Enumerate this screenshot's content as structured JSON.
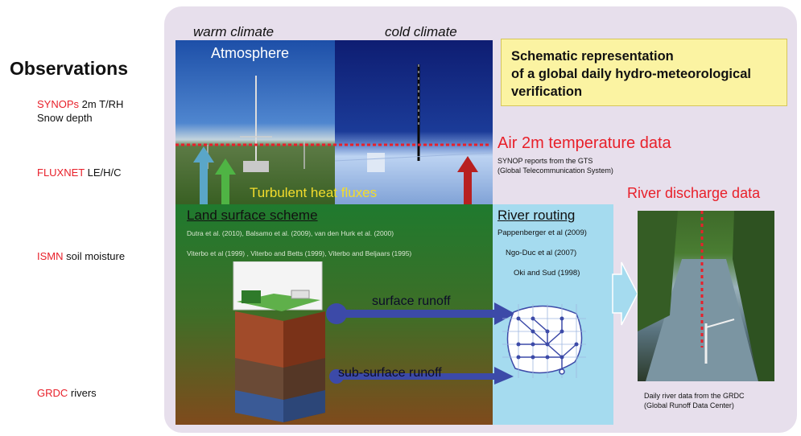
{
  "observations": {
    "title": "Observations",
    "items": [
      {
        "source": "SYNOPs",
        "detail": "2m T/RH"
      },
      {
        "source": "",
        "detail": "Snow depth"
      },
      {
        "source": "FLUXNET",
        "detail": "LE/H/C"
      },
      {
        "source": "ISMN",
        "detail": "soil moisture"
      },
      {
        "source": "GRDC",
        "detail": "rivers"
      }
    ]
  },
  "climate_labels": {
    "warm": "warm climate",
    "cold": "cold climate"
  },
  "atmosphere_label": "Atmosphere",
  "schematic": {
    "lines": [
      "Schematic representation",
      "of a global daily hydro-meteorological",
      "verification"
    ]
  },
  "air_temperature": {
    "title": "Air 2m temperature data",
    "note_lines": [
      "SYNOP reports from the GTS",
      "(Global Telecommunication System)"
    ]
  },
  "turbulent_fluxes": "Turbulent heat fluxes",
  "river_discharge": "River discharge data",
  "land_surface": {
    "title": "Land surface scheme",
    "refs": [
      "Dutra et al. (2010), Balsamo et al. (2009), van den Hurk et al. (2000)",
      "Viterbo et al (1999) , Viterbo and Betts (1999), Viterbo and Beljaars (1995)"
    ]
  },
  "river_routing": {
    "title": "River routing",
    "refs": [
      "Pappenberger et al (2009)",
      "Ngo-Duc et al (2007)",
      "Oki and Sud (1998)"
    ]
  },
  "runoff": {
    "surface": "surface runoff",
    "subsurface": "sub-surface runoff"
  },
  "grdc_note": {
    "lines": [
      "Daily river data from the GRDC",
      "(Global Runoff Data Center)"
    ]
  },
  "colors": {
    "red": "#e8202a",
    "panel": "#e7dfec",
    "yellow_box": "#fbf3a2",
    "land_green": "#1f7a2e",
    "river_blue": "#a5dbef",
    "runoff_arrow": "#3c4aa8",
    "flux_yellow": "#f2dc2c"
  }
}
